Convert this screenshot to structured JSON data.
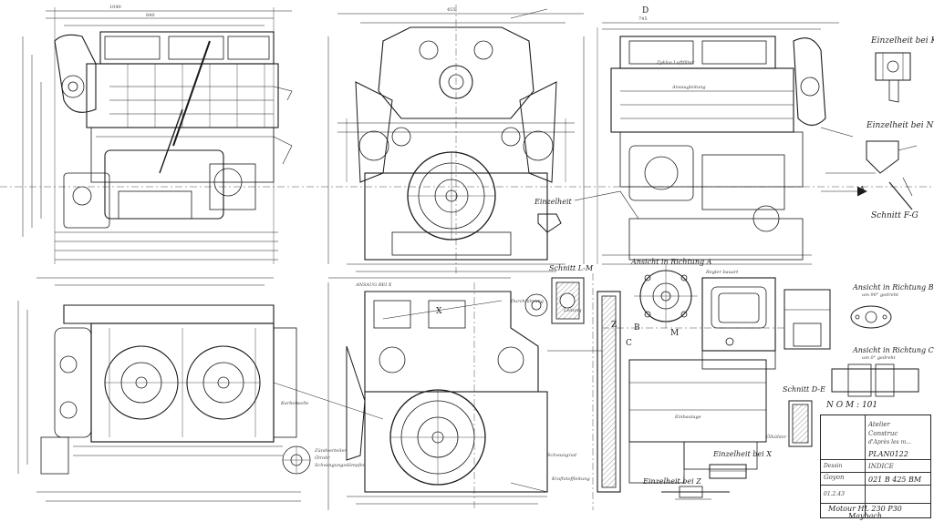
{
  "labels": {
    "einzelheit_k": "Einzelheit bei K",
    "einzelheit_n": "Einzelheit bei N",
    "schnitt_fg": "Schnitt F-G",
    "einzelheit_top": "Einzelheit",
    "schnitt_lm": "Schnitt L-M",
    "ansicht_a": "Ansicht in Richtung A",
    "ansicht_b": "Ansicht in Richtung B",
    "ansicht_c": "Ansicht in Richtung C",
    "schnitt_de": "Schnitt D-E",
    "einzelheit_x": "Einzelheit bei X",
    "einzelheit_z": "Einzelheit bei Z",
    "regler": "Regler bauart",
    "drawn_by": "Dessin",
    "author": "Goyon",
    "nom": "N O M : 101",
    "plan": "PLAN0122",
    "indice": "INDICE",
    "ref": "021 B 425 BM",
    "engine": "Motour HL 230 P30",
    "maker": "Maybach",
    "atelier": "Atelier",
    "constru": "Construc",
    "date_line": "d'Après les m...",
    "date": "01.2.43",
    "zyl_luft": "Zyklus Luftfilter",
    "ansaug": "Ansaugleitung",
    "kurbel": "Kurbelwelle",
    "ansaug_x": "ANSAUG BEI X",
    "letter_a": "A",
    "letter_b": "B",
    "letter_c": "C",
    "letter_m": "M",
    "letter_d": "D",
    "letter_x": "X",
    "letter_z": "Z",
    "ansicht_b_note": "um 90° gedreht",
    "ansicht_c_note": "um 0° gedreht",
    "durchl": "Durchführung",
    "leitung": "Leitung",
    "einbaulage": "Einbaulage",
    "schwung": "Schwungrad",
    "zuendverteiler": "Zündverteiler",
    "olrohr": "Ölrohr",
    "kraftstoff": "Kraftstoffleitung",
    "olkuhler": "Ölkühler",
    "schwingungsd": "Schwingungsdämpfer",
    "dim_1040": "1040",
    "dim_840": "840",
    "dim_455": "455",
    "dim_745": "745"
  },
  "colors": {
    "ink": "#1a1a1a",
    "paper": "#ffffff",
    "faint": "#6a6a6a"
  }
}
